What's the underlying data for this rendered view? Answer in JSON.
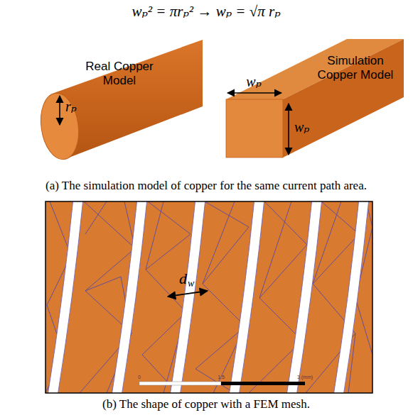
{
  "diagram": {
    "labels": [
      "wₚ² = πrₚ² → wₚ = √π rₚ",
      "Real Copper Model",
      "rₚ",
      "Simulation Copper Model",
      "wₚ",
      "wₚ",
      "(a) The simulation model of copper for the same current path area.",
      "d",
      "w",
      "0",
      "1.5",
      "3 (mm)",
      "(b) The shape of copper with a FEM mesh."
    ]
  }
}
